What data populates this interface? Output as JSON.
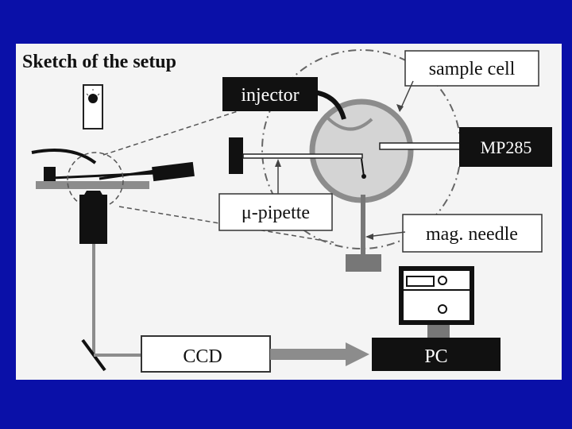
{
  "colors": {
    "background": "#0a10a8",
    "panel": "#f4f4f4",
    "dark": "#111111",
    "gray": "#8c8c8c",
    "light_gray": "#d4d4d4",
    "label_bg": "#ffffff"
  },
  "diagram": {
    "title": "Sketch of the setup",
    "labels": {
      "injector": "injector",
      "sample_cell": "sample cell",
      "mp285": "MP285",
      "pipette": "μ-pipette",
      "needle": "mag. needle",
      "ccd": "CCD",
      "pc": "PC"
    }
  }
}
